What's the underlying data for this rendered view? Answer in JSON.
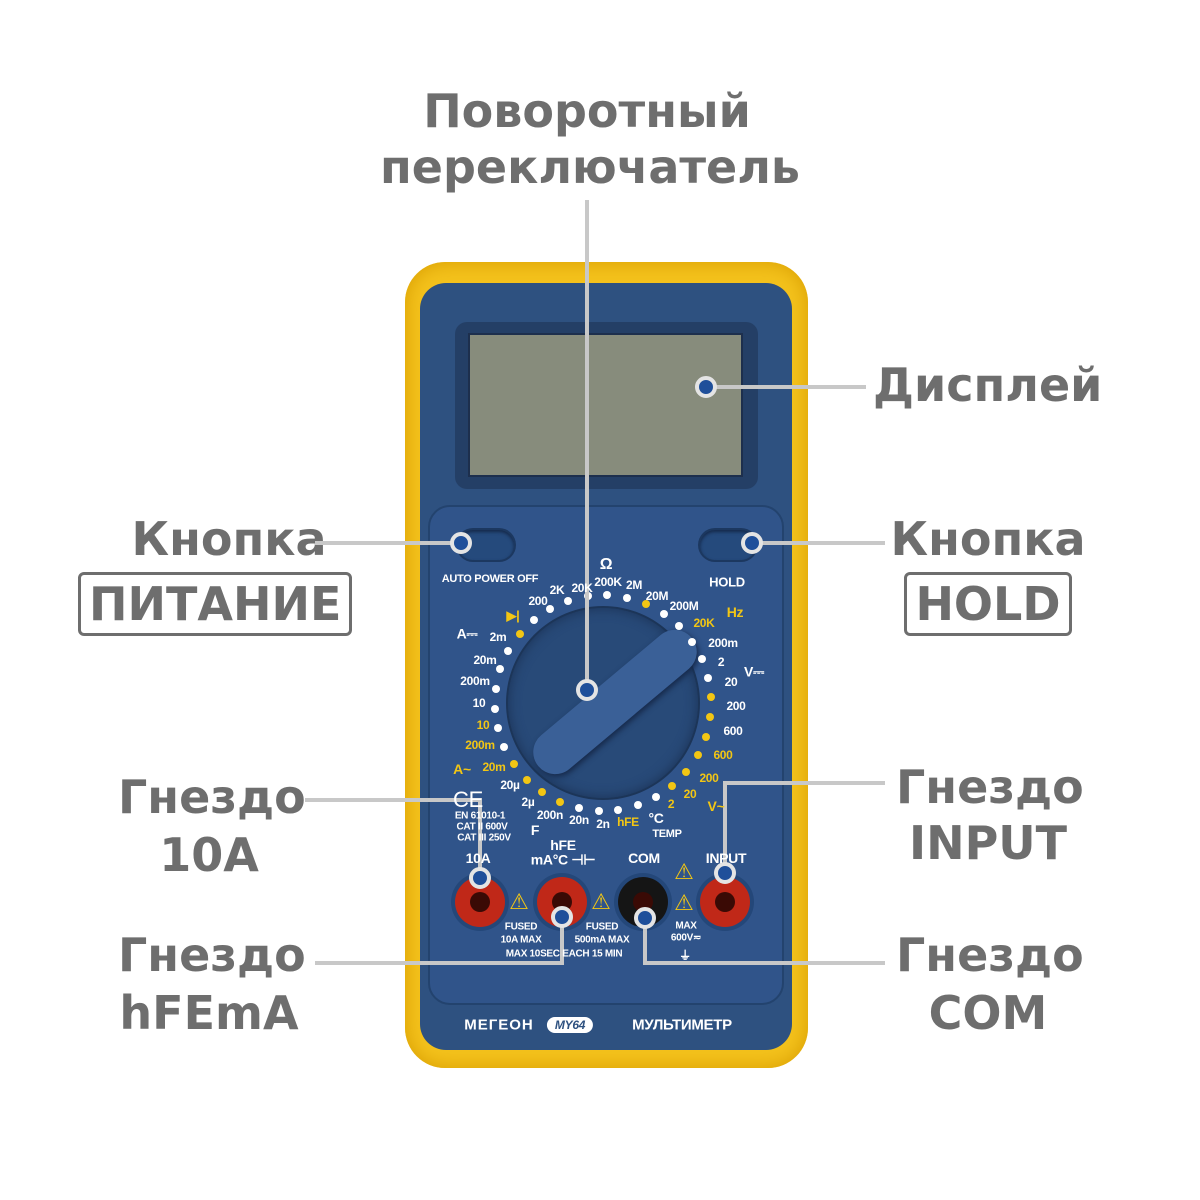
{
  "callouts": {
    "switch": [
      "Поворотный",
      "переключатель"
    ],
    "display": "Дисплей",
    "power": {
      "label": "Кнопка",
      "boxed": "ПИТАНИЕ"
    },
    "hold": {
      "label": "Кнопка",
      "boxed": "HOLD"
    },
    "jack10a": [
      "Гнездо",
      "10A"
    ],
    "jackinput": [
      "Гнездо",
      "INPUT"
    ],
    "jackhfe": [
      "Гнездо",
      "hFEmA"
    ],
    "jackcom": [
      "Гнездо",
      "COM"
    ]
  },
  "device": {
    "auto_power_off": "AUTO POWER OFF",
    "hold": "HOLD",
    "dial_labels": [
      "Ω",
      "200K",
      "2K",
      "20K",
      "200",
      "2M",
      "20M",
      "200M",
      "Hz",
      "20K",
      "200m",
      "2",
      "V⎓",
      "20",
      "200",
      "600",
      "600",
      "200",
      "20",
      "V~",
      "2",
      "°C",
      "TEMP",
      "hFE",
      "2n",
      "20n",
      "200n",
      "F",
      "2µ",
      "20µ",
      "A~",
      "20m",
      "200m",
      "10",
      "10",
      "200m",
      "20m",
      "A⎓",
      "2m"
    ],
    "ce": "CE",
    "standards": [
      "EN 61010-1",
      "CAT II 600V",
      "CAT III 250V"
    ],
    "jack_labels": [
      "10A",
      "hFE",
      "mA°C ⊣⊢",
      "COM",
      "INPUT"
    ],
    "fused1": [
      "FUSED",
      "10A MAX"
    ],
    "fused2": [
      "FUSED",
      "500mA MAX"
    ],
    "max": [
      "MAX",
      "600V≂"
    ],
    "max_time": "MAX 10SEC EACH 15 MIN",
    "brand": "МЕГЕОН",
    "model": "MY64",
    "product": "МУЛЬТИМЕТР"
  },
  "colors": {
    "body": "#f4c21c",
    "panel": "#2e5180",
    "accent": "#f2c614",
    "callout": "#6e6e6e"
  }
}
